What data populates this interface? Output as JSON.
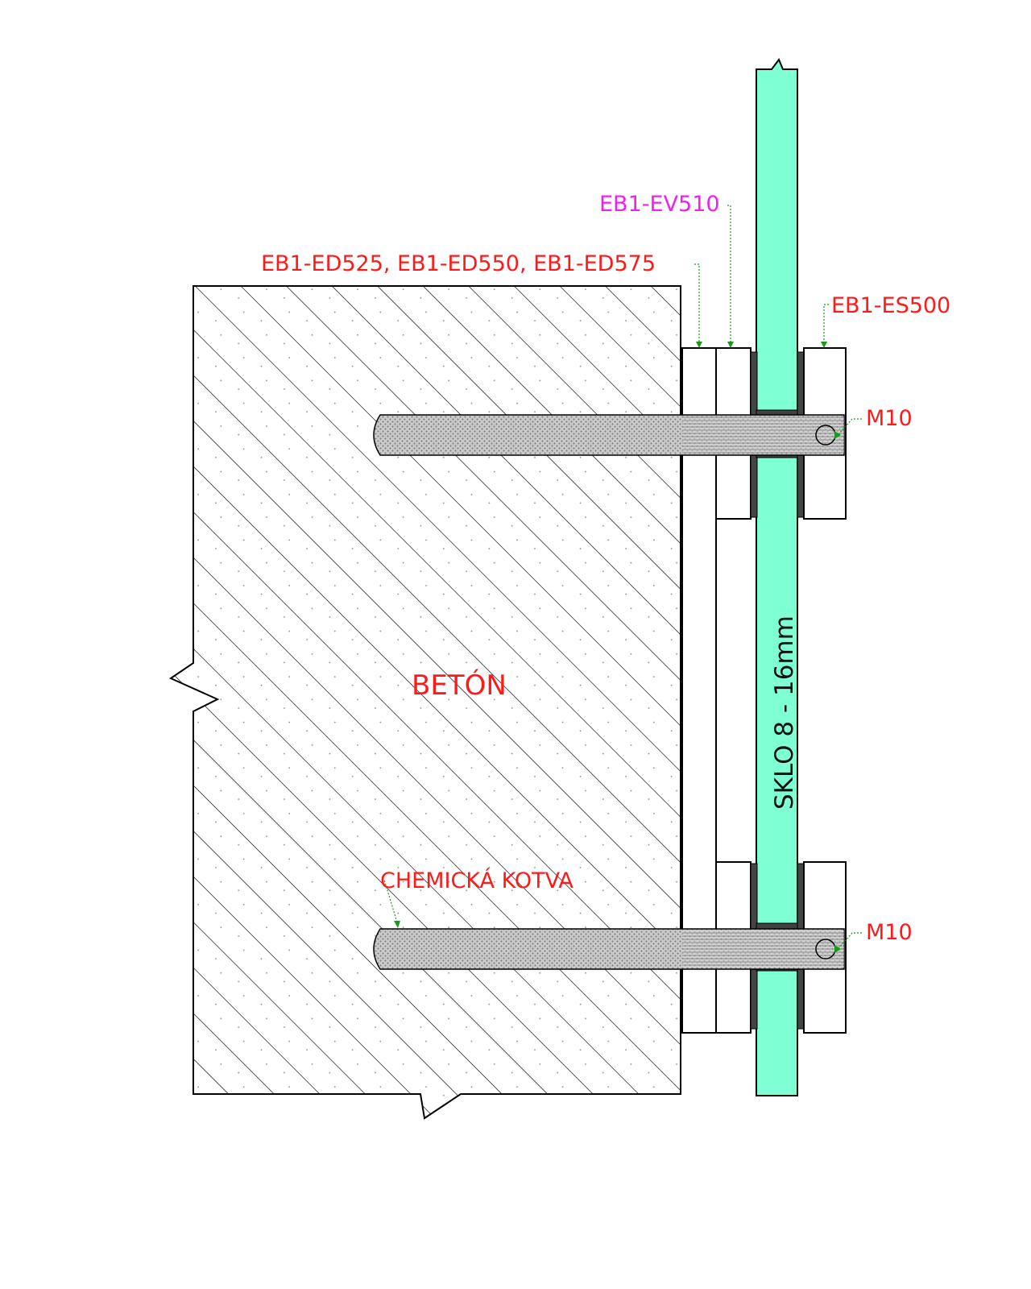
{
  "labels": {
    "concrete": "BETÓN",
    "glass": "SKLO  8  -  16mm",
    "anchor": "CHEMICKÁ KOTVA",
    "spacers": "EB1-ED525, EB1-ED550, EB1-ED575",
    "ev510": "EB1-EV510",
    "es500": "EB1-ES500",
    "bolt_top": "M10",
    "bolt_bottom": "M10"
  },
  "colors": {
    "label": "#ff1a1a",
    "ev510_label": "#ee22ee",
    "glass": "#7fffd4",
    "gasket": "#444444",
    "leader": "#1a9a1a"
  }
}
